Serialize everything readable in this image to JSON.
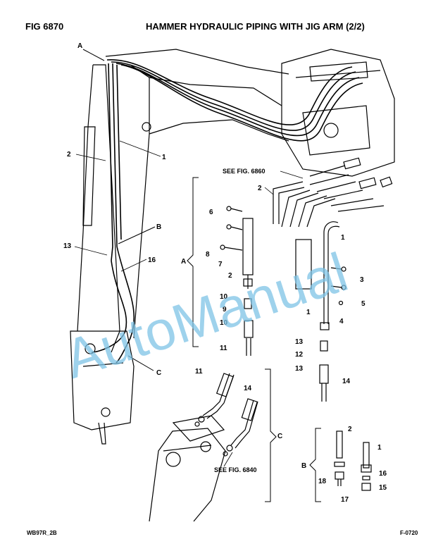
{
  "header": {
    "fig_label": "FIG    6870",
    "title": "HAMMER HYDRAULIC PIPING WITH JIG ARM (2/2)"
  },
  "footer": {
    "left": "WB97R_2B",
    "right": "F-0720"
  },
  "references": {
    "see_6860": "SEE FIG. 6860",
    "see_6840": "SEE FIG. 6840"
  },
  "views": {
    "A": "A",
    "B": "B",
    "C": "C"
  },
  "watermark": "AutoManual",
  "callouts": {
    "main_1": "1",
    "main_2": "2",
    "main_13": "13",
    "main_16": "16",
    "a_2": "2",
    "a_6": "6",
    "a_8": "8",
    "a_7": "7",
    "a_2b": "2",
    "a_10": "10",
    "a_9": "9",
    "a_10b": "10",
    "a_11": "11",
    "r_1": "1",
    "r_3": "3",
    "r_5": "5",
    "r_4": "4",
    "r_1b": "1",
    "r_13": "13",
    "r_12": "12",
    "r_13b": "13",
    "r_14": "14",
    "c_11": "11",
    "c_14": "14",
    "b_2": "2",
    "b_1": "1",
    "b_16": "16",
    "b_18": "18",
    "b_15": "15",
    "b_17": "17"
  }
}
